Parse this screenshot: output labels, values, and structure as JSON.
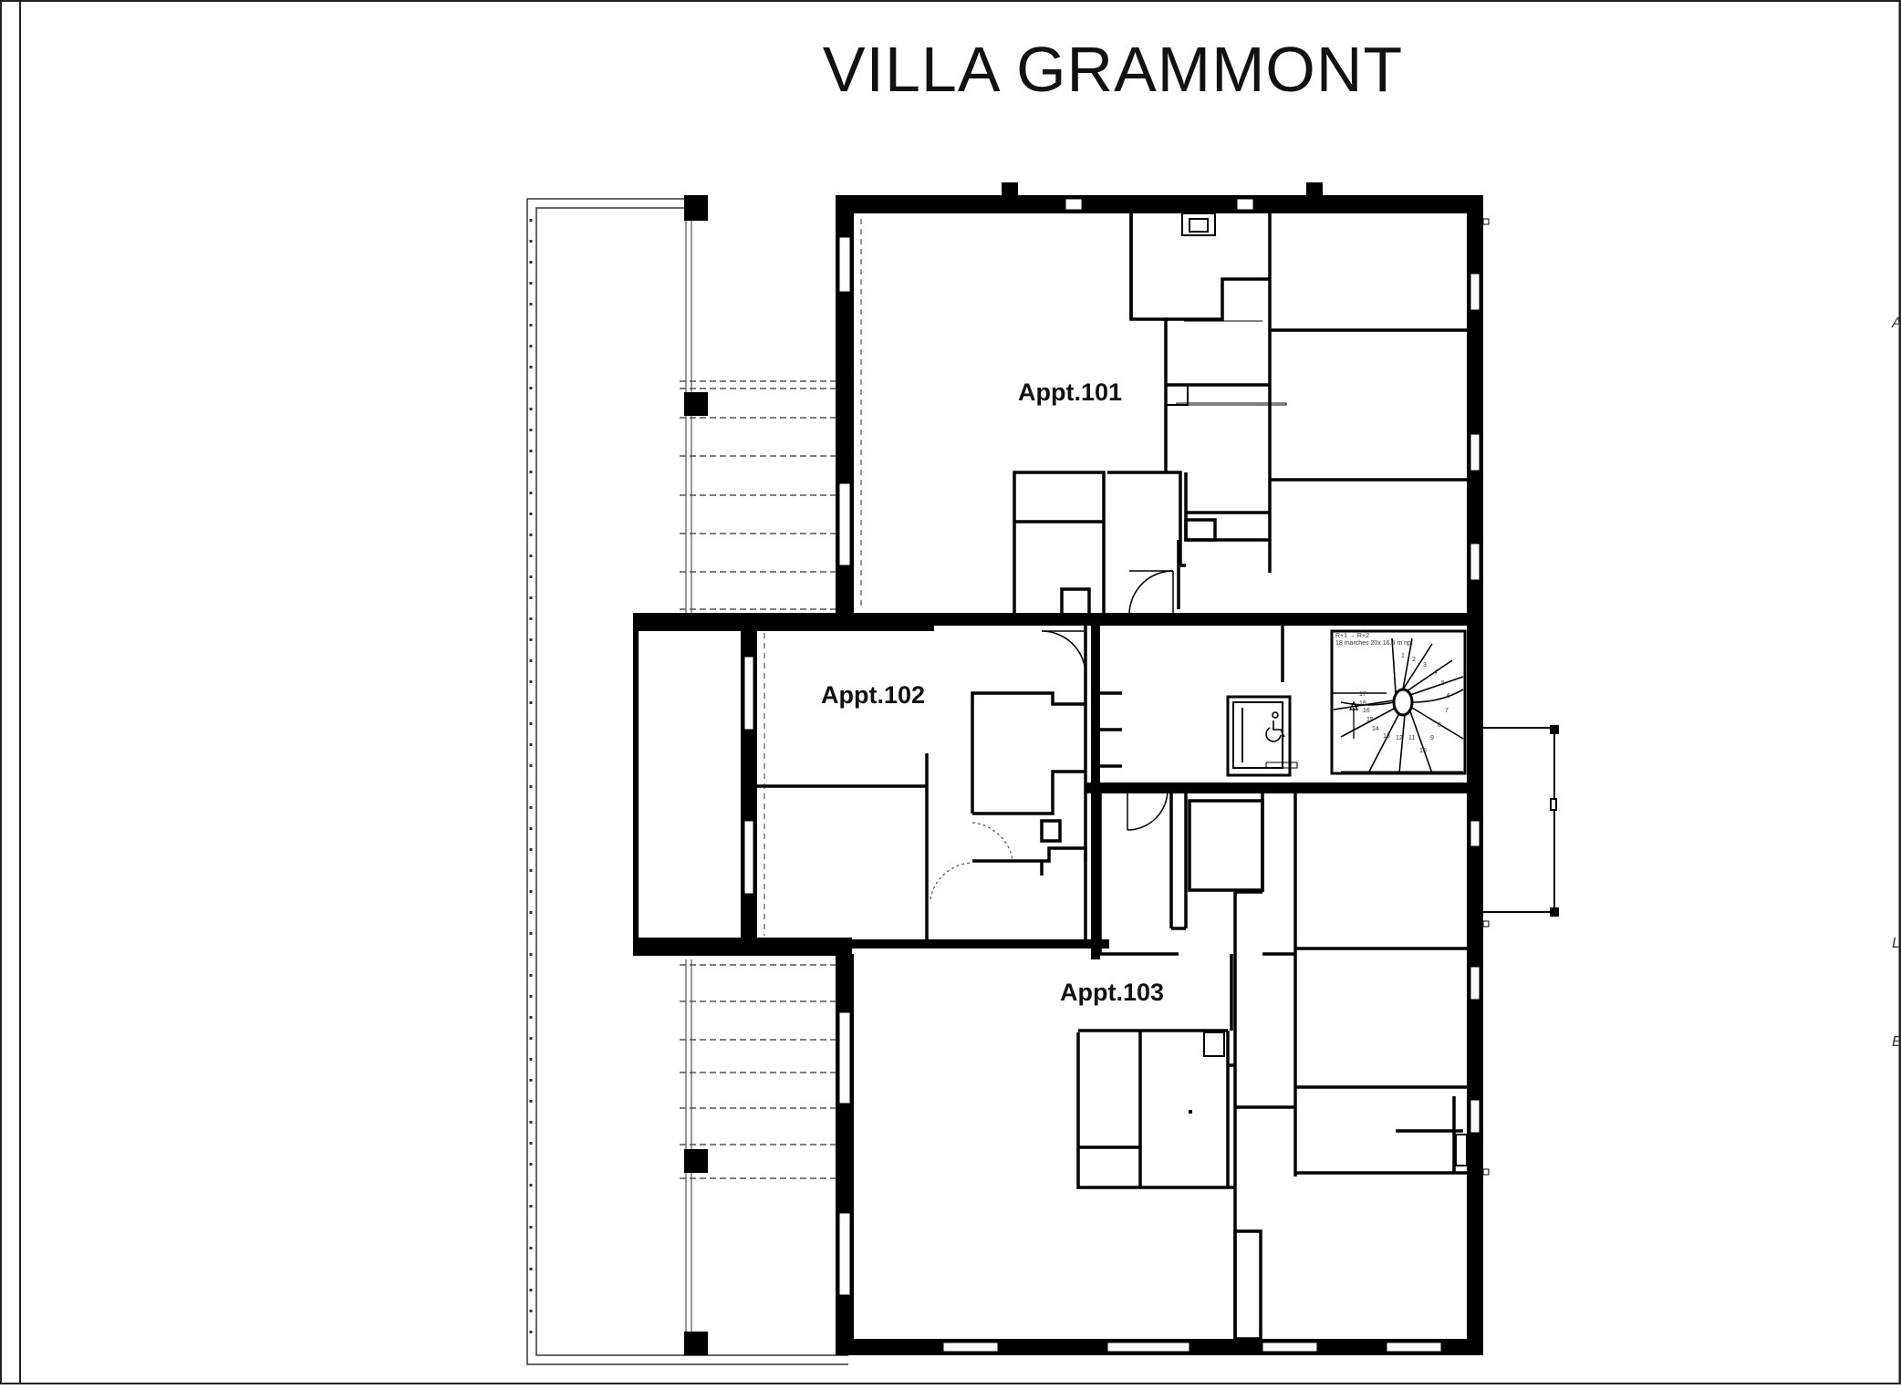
{
  "title": "VILLA GRAMMONT",
  "apartments": [
    {
      "label": "Appt.101"
    },
    {
      "label": "Appt.102"
    },
    {
      "label": "Appt.103"
    }
  ],
  "edge_marks": [
    "A",
    "L",
    "E"
  ],
  "stair": {
    "note_line1": "R+1 → R+2",
    "note_line2": "18 marches 20x 16.4 m np.",
    "steps": [
      "1",
      "2",
      "3",
      "4",
      "5",
      "6",
      "7",
      "8",
      "9",
      "10",
      "11",
      "12",
      "13",
      "14",
      "15",
      "16",
      "17",
      "18"
    ]
  },
  "colors": {
    "wall": "#000000",
    "line": "#222222",
    "paper": "#ffffff"
  },
  "icons": [
    "wheelchair-icon",
    "stair-arrow-icon"
  ]
}
